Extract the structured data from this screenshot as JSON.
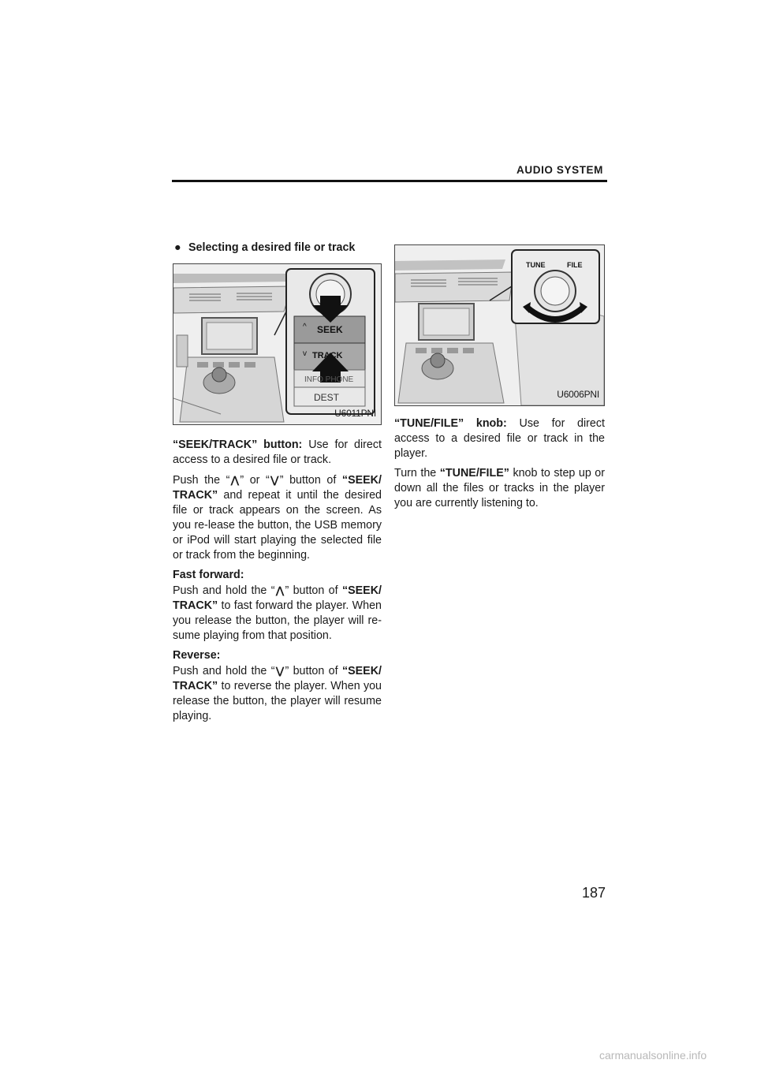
{
  "header": {
    "title": "AUDIO SYSTEM"
  },
  "left": {
    "heading": "Selecting a desired file or track",
    "figure_code": "U6011PNI",
    "figure_labels": {
      "seek": "SEEK",
      "track": "TRACK",
      "info": "INFO PHONE",
      "dest": "DEST"
    },
    "p1": {
      "lead": "“SEEK/TRACK” button:",
      "text": "Use for direct access to a desired file or track."
    },
    "p2": {
      "t1": "Push the “",
      "up": "⋀",
      "t2": "” or “",
      "down": "⋁",
      "t3": "” button of ",
      "name": "“SEEK/ TRACK”",
      "t4": "and repeat it until the desired file or track appears on the screen.  As you re-lease the button, the USB memory or iPod will start playing the selected file or track from the beginning."
    },
    "ff": {
      "label": "Fast forward:",
      "t1": "Push and hold the “",
      "sym": "⋀",
      "t2": "” button of ",
      "name": "“SEEK/ TRACK”",
      "t3": "to fast forward the player.  When you release the button, the player will re-sume playing from that position."
    },
    "rev": {
      "label": "Reverse:",
      "t1": "Push and hold the “",
      "sym": "⋁",
      "t2": "” button of ",
      "name": "“SEEK/ TRACK”",
      "t3": "to reverse the player.  When you release the button, the player will resume playing."
    }
  },
  "right": {
    "figure_code": "U6006PNI",
    "figure_labels": {
      "tune": "TUNE",
      "file": "FILE"
    },
    "p1": {
      "lead": "“TUNE/FILE” knob:",
      "text": "Use for direct access to a desired file or track in the player."
    },
    "p2": {
      "t1": "Turn the ",
      "name": "“TUNE/FILE”",
      "t2": "knob to step up or down all the files or tracks in the player you are currently listening to."
    }
  },
  "page_number": "187",
  "footer": "carmanualsonline.info"
}
